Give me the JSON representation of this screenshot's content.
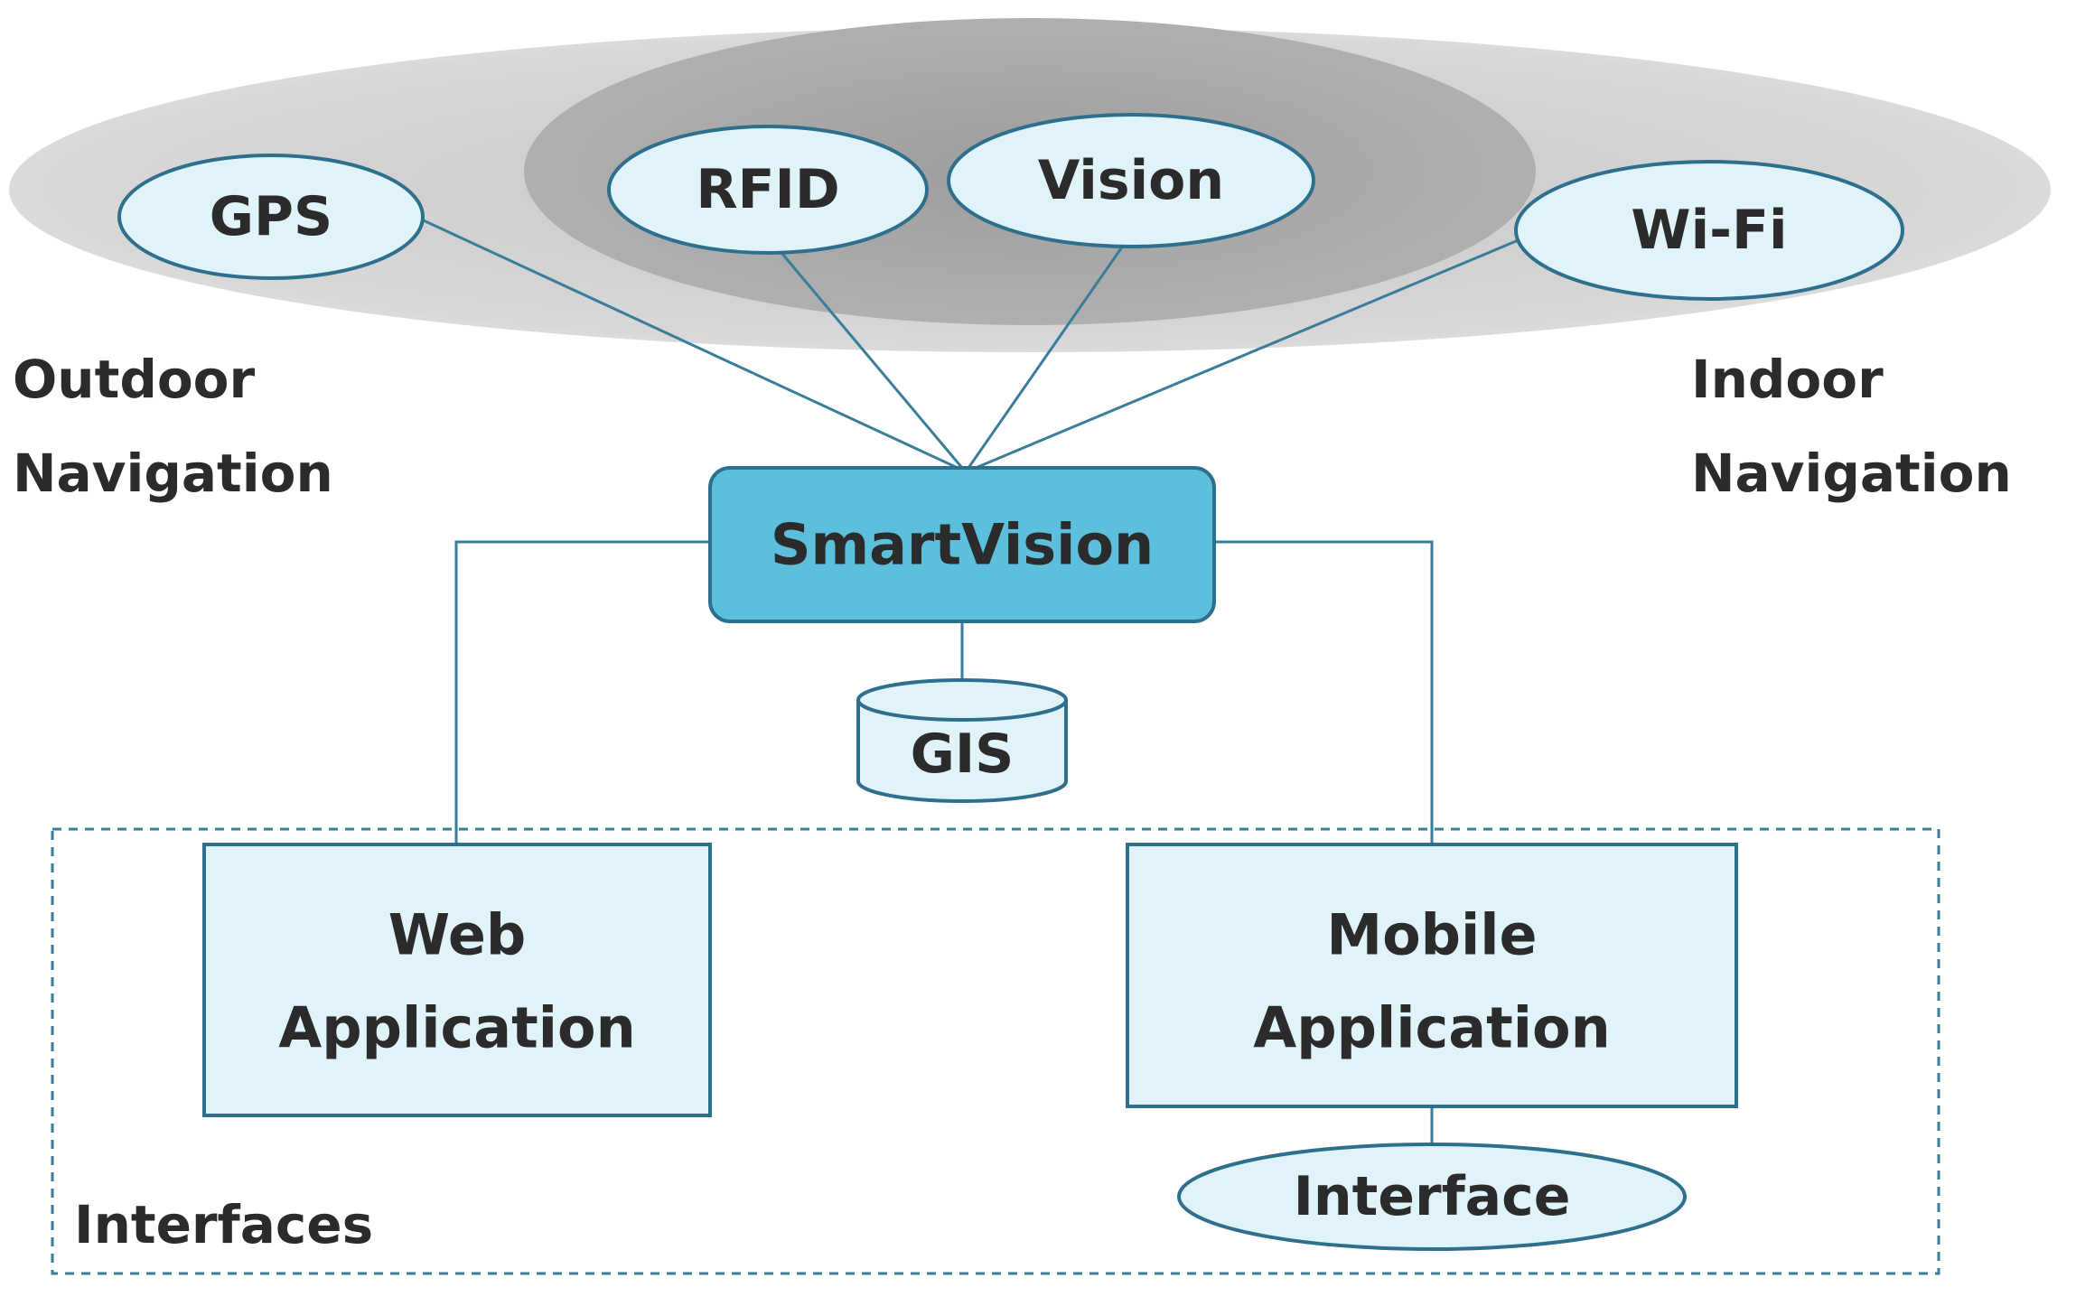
{
  "sensors": {
    "gps": "GPS",
    "rfid": "RFID",
    "vision": "Vision",
    "wifi": "Wi-Fi"
  },
  "regions": {
    "outdoor": [
      "Outdoor",
      "Navigation"
    ],
    "indoor": [
      "Indoor",
      "Navigation"
    ]
  },
  "core": {
    "smartvision": "SmartVision",
    "gis": "GIS"
  },
  "interfaces": {
    "group_label": "Interfaces",
    "web": [
      "Web",
      "Application"
    ],
    "mobile": [
      "Mobile",
      "Application"
    ],
    "interface": "Interface"
  },
  "colors": {
    "outer_cloud": "#d4d4d4",
    "inner_cloud": "#a6a6a6",
    "node_fill": "#dff3f9",
    "core_fill": "#5cc0dc",
    "stroke": "#2f6f8e"
  }
}
